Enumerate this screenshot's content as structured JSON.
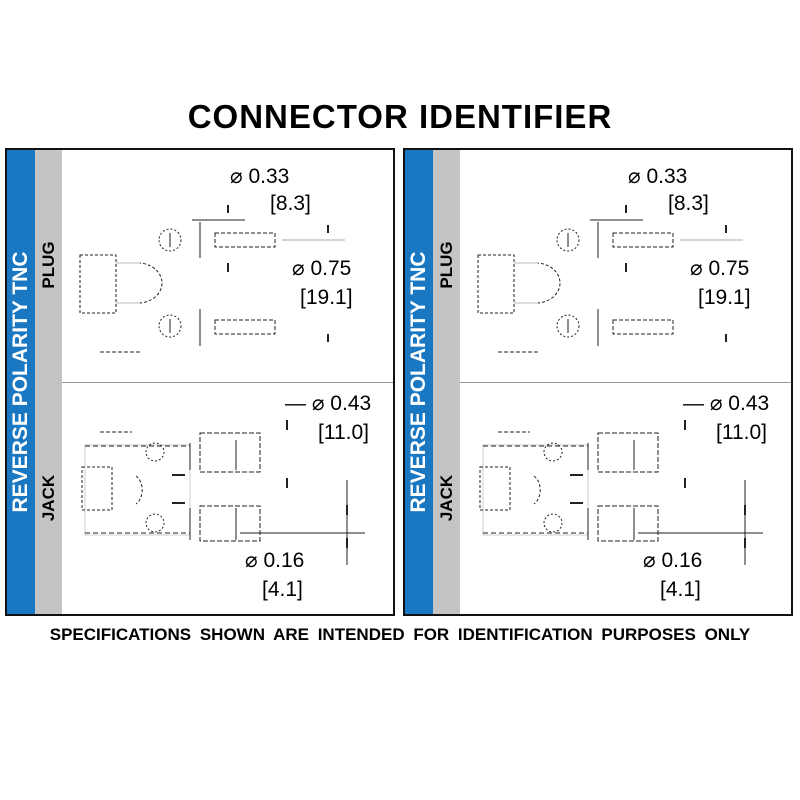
{
  "title": "CONNECTOR IDENTIFIER",
  "panels": [
    {
      "family": "REVERSE POLARITY TNC",
      "plug_label": "PLUG",
      "jack_label": "JACK",
      "plug": {
        "dim1": "⌀ 0.33",
        "dim1_mm": "[8.3]",
        "dim2": "⌀ 0.75",
        "dim2_mm": "[19.1]"
      },
      "jack": {
        "dim1": "— ⌀ 0.43",
        "dim1_mm": "[11.0]",
        "dim2": "⌀ 0.16",
        "dim2_mm": "[4.1]"
      }
    },
    {
      "family": "REVERSE POLARITY TNC",
      "plug_label": "PLUG",
      "jack_label": "JACK",
      "plug": {
        "dim1": "⌀ 0.33",
        "dim1_mm": "[8.3]",
        "dim2": "⌀ 0.75",
        "dim2_mm": "[19.1]"
      },
      "jack": {
        "dim1": "— ⌀ 0.43",
        "dim1_mm": "[11.0]",
        "dim2": "⌀ 0.16",
        "dim2_mm": "[4.1]"
      }
    }
  ],
  "footer": "SPECIFICATIONS SHOWN ARE INTENDED FOR IDENTIFICATION PURPOSES ONLY",
  "colors": {
    "accent": "#1a78c2",
    "band": "#c4c4c4"
  }
}
